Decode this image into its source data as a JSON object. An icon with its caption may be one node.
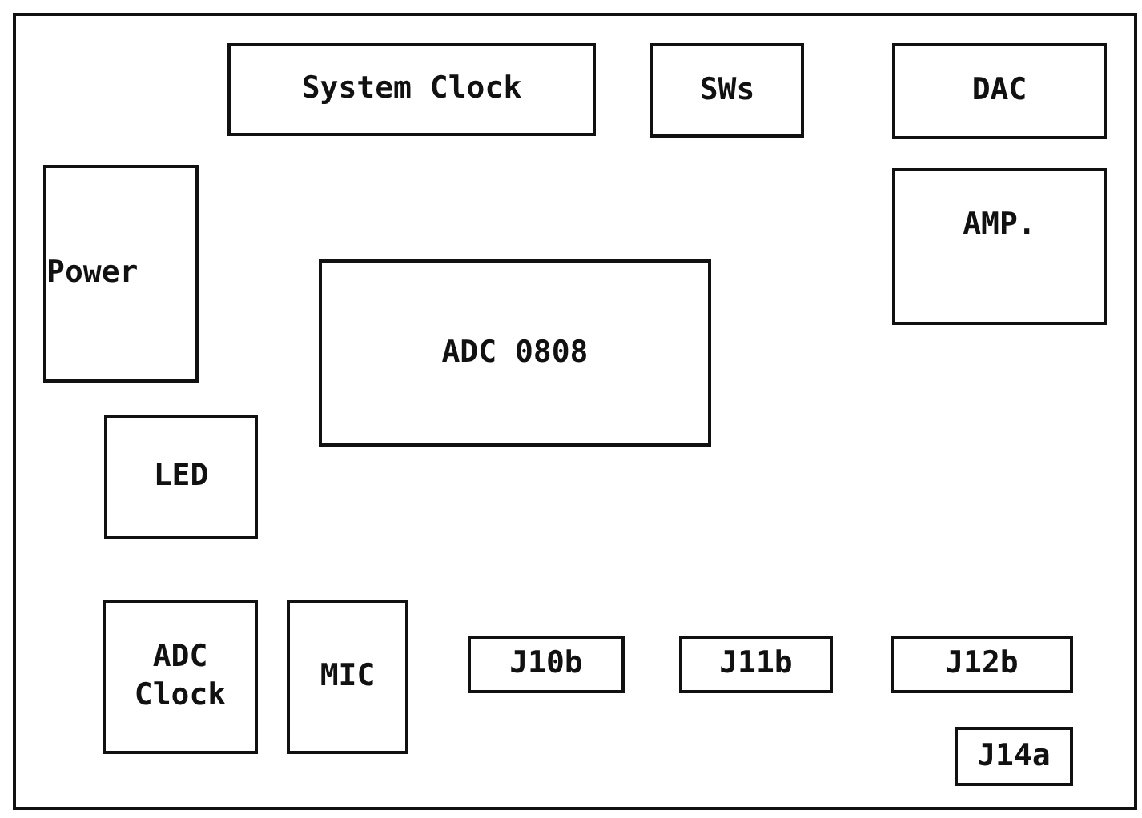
{
  "diagram": {
    "nodes": [
      {
        "text": [
          "System Clock"
        ]
      },
      {
        "text": [
          "SWs"
        ]
      },
      {
        "text": [
          "DAC"
        ]
      },
      {
        "text": [
          "Power"
        ]
      },
      {
        "text": [
          "AMP."
        ]
      },
      {
        "text": [
          "ADC 0808"
        ]
      },
      {
        "text": [
          "LED"
        ]
      },
      {
        "text": [
          "ADC Clock"
        ]
      },
      {
        "text": [
          "MIC"
        ]
      },
      {
        "text": [
          "J10b"
        ]
      },
      {
        "text": [
          "J11b"
        ]
      },
      {
        "text": [
          "J12b"
        ]
      },
      {
        "text": [
          "J14a"
        ]
      }
    ],
    "edges": []
  }
}
